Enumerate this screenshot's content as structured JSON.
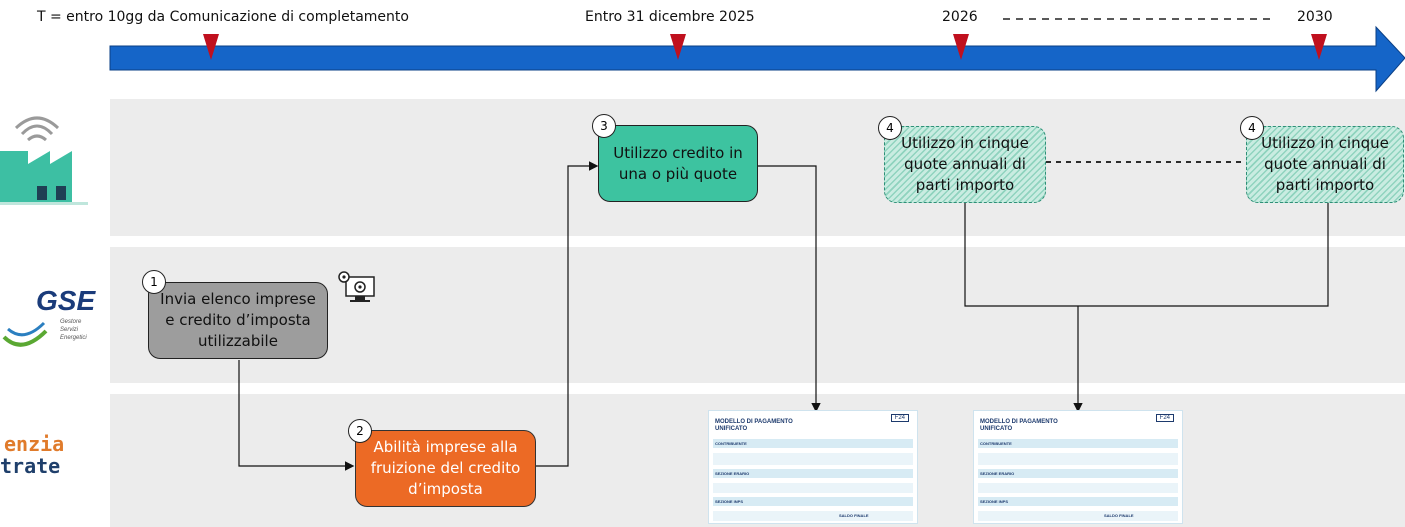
{
  "timeline": {
    "labels": [
      "T = entro 10gg da Comunicazione di completamento",
      "Entro 31 dicembre 2025",
      "2026",
      "2030"
    ],
    "arrow_color": "#1565c8",
    "marker_color": "#c0101e"
  },
  "lanes": {
    "gse_logo": {
      "text": "GSE",
      "sub": "Gestore\nServizi\nEnergetici"
    },
    "agenzia_logo": {
      "line1": "enzia",
      "line2": "trate"
    }
  },
  "steps": [
    {
      "num": "1",
      "text": "Invia elenco imprese e credito d’imposta utilizzabile"
    },
    {
      "num": "2",
      "text": "Abilità imprese alla fruizione del credito d’imposta"
    },
    {
      "num": "3",
      "text": "Utilizzo credito in una o più quote"
    },
    {
      "num": "4",
      "text": "Utilizzo in cinque quote annuali di parti importo"
    },
    {
      "num": "4",
      "text": "Utilizzo in cinque quote annuali di parti importo"
    }
  ],
  "form": {
    "title": "MODELLO DI PAGAMENTO\nUNIFICATO",
    "tag": "F24",
    "rows": [
      "CONTRIBUENTE",
      "SEZIONE ERARIO",
      "SEZIONE INPS",
      "SALDO FINALE"
    ]
  },
  "colors": {
    "gray_box": "#9d9d9d",
    "orange_box": "#ec6a25",
    "green_box": "#3dc3a0",
    "lane_bg": "#ececec",
    "factory": "#3dbfa3",
    "agenzia": "#e07b2b"
  }
}
